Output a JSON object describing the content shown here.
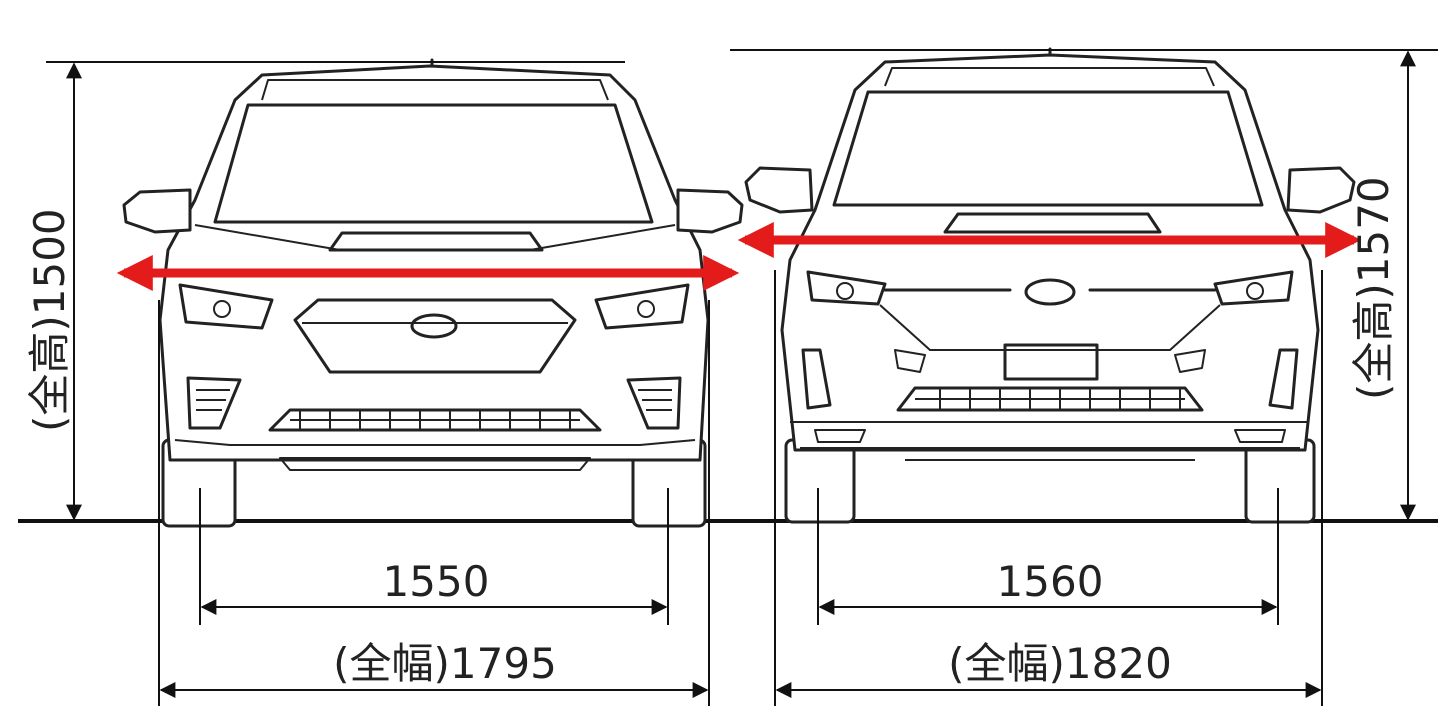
{
  "colors": {
    "width_arrow": "#e41b1b",
    "line": "#222222",
    "background": "#ffffff"
  },
  "left_car": {
    "height_label": "(全高)1500",
    "tread_label": "1550",
    "width_label": "(全幅)1795"
  },
  "right_car": {
    "height_label": "(全高)1570",
    "tread_label": "1560",
    "width_label": "(全幅)1820"
  }
}
